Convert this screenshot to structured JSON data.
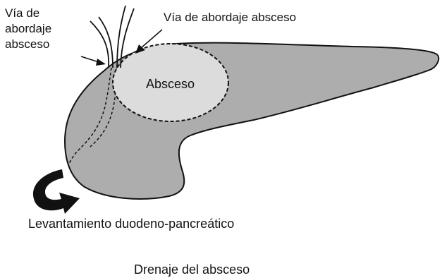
{
  "labels": {
    "left_route_line1": "Vía de",
    "left_route_line2": "abordaje",
    "left_route_line3": "absceso",
    "top_route": "Vía de abordaje absceso",
    "abscess": "Absceso",
    "maneuver": "Levantamiento duodeno-pancreático",
    "caption": "Drenaje del absceso"
  },
  "colors": {
    "pancreas_fill": "#adadad",
    "abscess_fill": "#dcdcdc",
    "outline": "#111111"
  },
  "icons": {
    "rotation_arrow": "curved-arrow-icon"
  }
}
